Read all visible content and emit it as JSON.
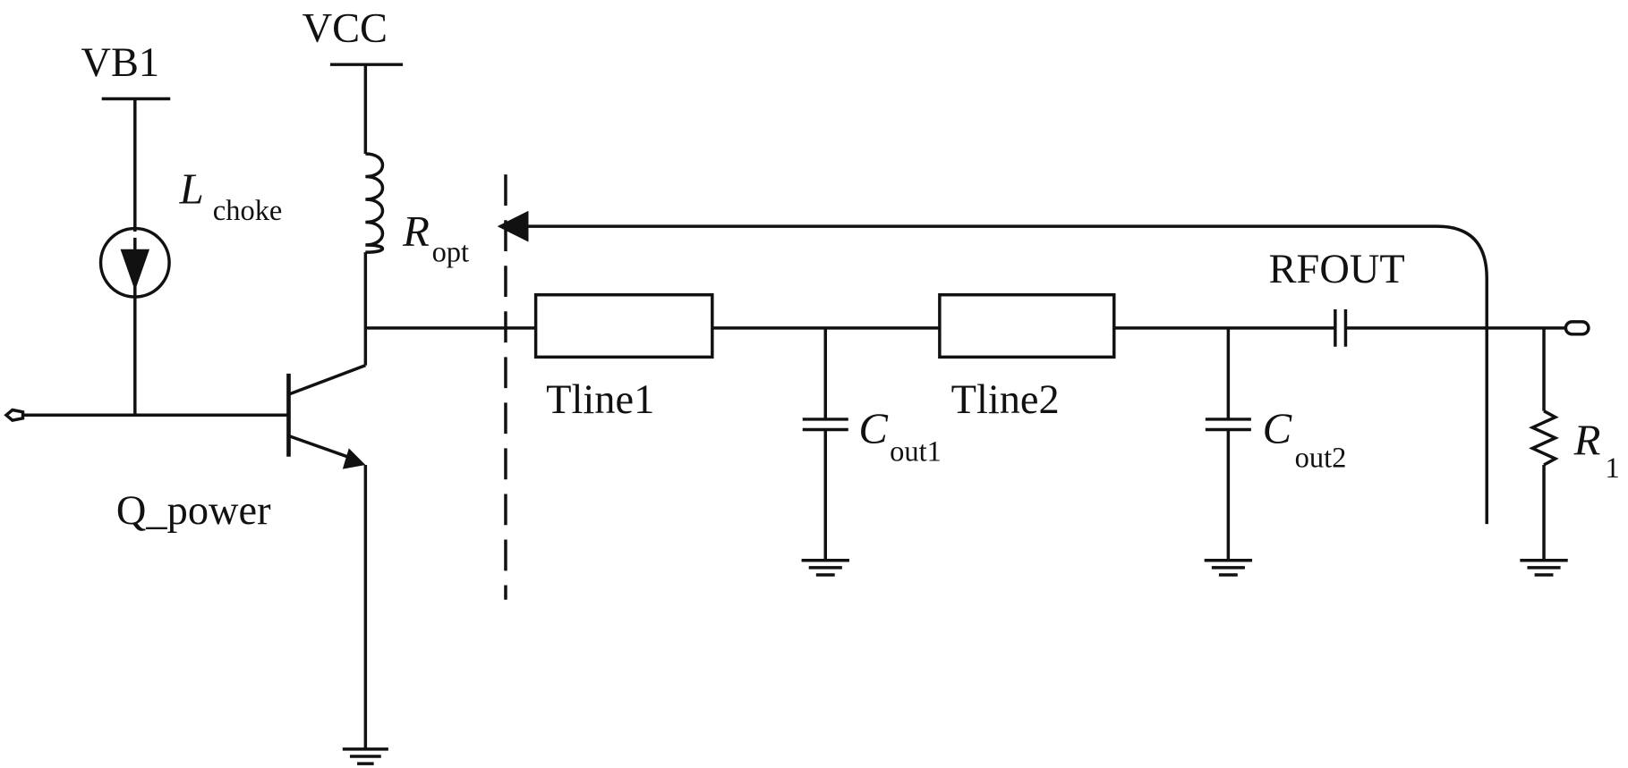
{
  "labels": {
    "vcc": "VCC",
    "vb1": "VB1",
    "l_main": "L",
    "l_sub": "choke",
    "r_opt_main": "R",
    "r_opt_sub": "opt",
    "q": "Q_power",
    "tline1": "Tline1",
    "tline2": "Tline2",
    "cout1_main": "C",
    "cout1_sub": "out1",
    "cout2_main": "C",
    "cout2_sub": "out2",
    "rfout": "RFOUT",
    "r1_main": "R",
    "r1_sub": "1"
  },
  "colors": {
    "ink": "#111111",
    "background": "#ffffff"
  }
}
